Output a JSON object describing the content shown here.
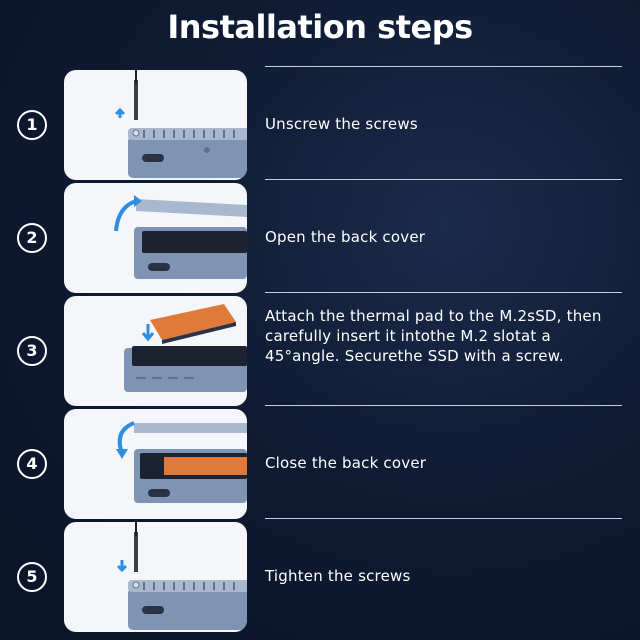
{
  "title": "Installation steps",
  "steps": [
    {
      "number": "1",
      "text": "Unscrew the screws",
      "icon": "screwdriver-up-icon"
    },
    {
      "number": "2",
      "text": "Open the back cover",
      "icon": "open-arrow-icon"
    },
    {
      "number": "3",
      "text": "Attach the thermal pad to the M.2sSD, then carefully insert it intothe M.2 slotat a 45°angle. Securethe SSD with a screw.",
      "icon": "insert-arrow-icon"
    },
    {
      "number": "4",
      "text": "Close the back cover",
      "icon": "close-arrow-icon"
    },
    {
      "number": "5",
      "text": "Tighten the screws",
      "icon": "screwdriver-down-icon"
    }
  ],
  "colors": {
    "background": "#0f1b33",
    "enclosure": "#7f93b2",
    "arrow": "#2e8ee0",
    "thermal_pad": "#e07a3a"
  }
}
